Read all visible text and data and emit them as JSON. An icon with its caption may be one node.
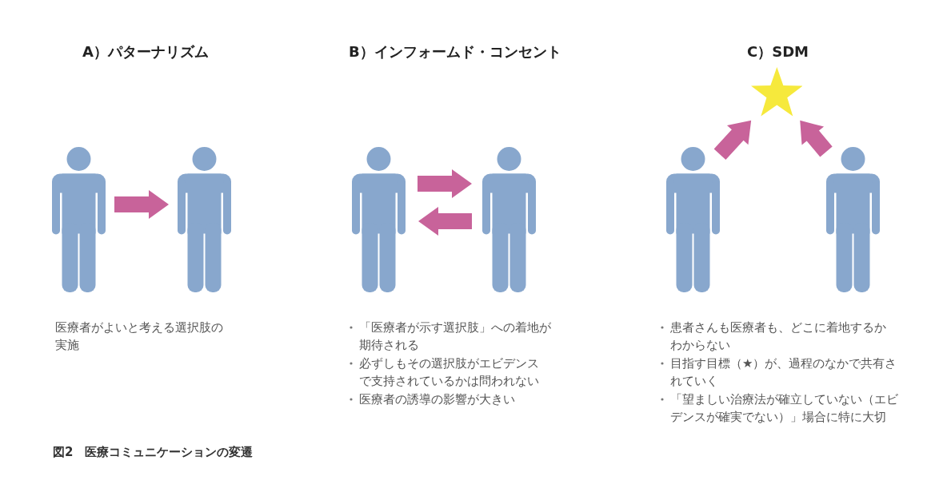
{
  "diagram": {
    "caption": "図2　医療コミュニケーションの変遷",
    "nodes": [
      {
        "text": [],
        "shape": "person"
      },
      {
        "text": [],
        "shape": "person"
      },
      {
        "text": [],
        "shape": "person"
      },
      {
        "text": [],
        "shape": "person"
      },
      {
        "text": [],
        "shape": "person"
      },
      {
        "text": [],
        "shape": "star"
      },
      {
        "text": [],
        "shape": "person"
      }
    ],
    "edges": [
      {
        "from": 0,
        "to": 1,
        "arrow": "to"
      },
      {
        "from": 2,
        "to": 3,
        "arrow": "to"
      },
      {
        "from": 3,
        "to": 2,
        "arrow": "to"
      },
      {
        "from": 4,
        "to": 5,
        "arrow": "to"
      },
      {
        "from": 6,
        "to": 5,
        "arrow": "to"
      }
    ],
    "labels": [
      "A）パターナリズム",
      "B）インフォームド・コンセント",
      "C）SDM",
      "医療者がよいと考える選択肢の実施",
      "「医療者が示す選択肢」への着地が期待される",
      "必ずしもその選択肢がエビデンスで支持されているかは問われない",
      "医療者の誘導の影響が大きい",
      "患者さんも医療者も、どこに着地するかわからない",
      "目指す目標（★）が、過程のなかで共有されていく",
      "「望ましい治療法が確立していない（エビデンスが確実でない）」場合に特に大切"
    ]
  }
}
